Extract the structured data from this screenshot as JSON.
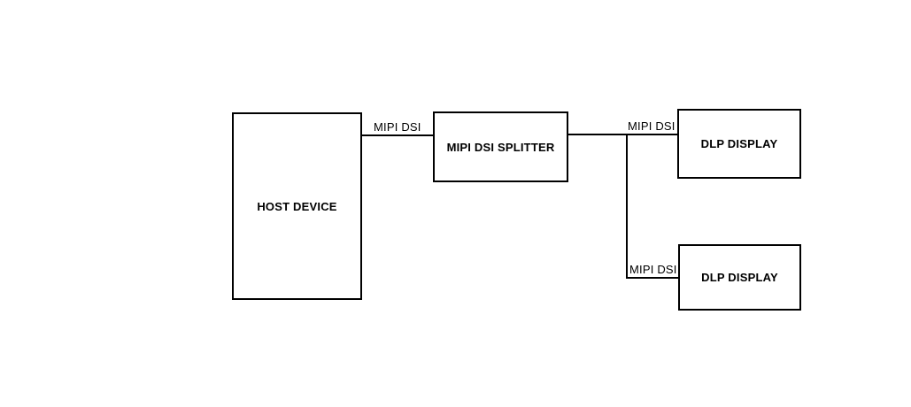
{
  "diagram": {
    "background_color": "#ffffff",
    "line_color": "#000000",
    "text_color": "#000000",
    "nodes": [
      {
        "id": "host-device",
        "label": "HOST DEVICE"
      },
      {
        "id": "mipi-dsi-splitter",
        "label": "MIPI DSI SPLITTER"
      },
      {
        "id": "dlp-display-top",
        "label": "DLP DISPLAY"
      },
      {
        "id": "dlp-display-bottom",
        "label": "DLP DISPLAY"
      }
    ],
    "links": [
      {
        "from": "host-device",
        "to": "mipi-dsi-splitter",
        "label": "MIPI DSI"
      },
      {
        "from": "mipi-dsi-splitter",
        "to": "dlp-display-top",
        "label": "MIPI DSI"
      },
      {
        "from": "mipi-dsi-splitter",
        "to": "dlp-display-bottom",
        "label": "MIPI DSI"
      }
    ]
  }
}
